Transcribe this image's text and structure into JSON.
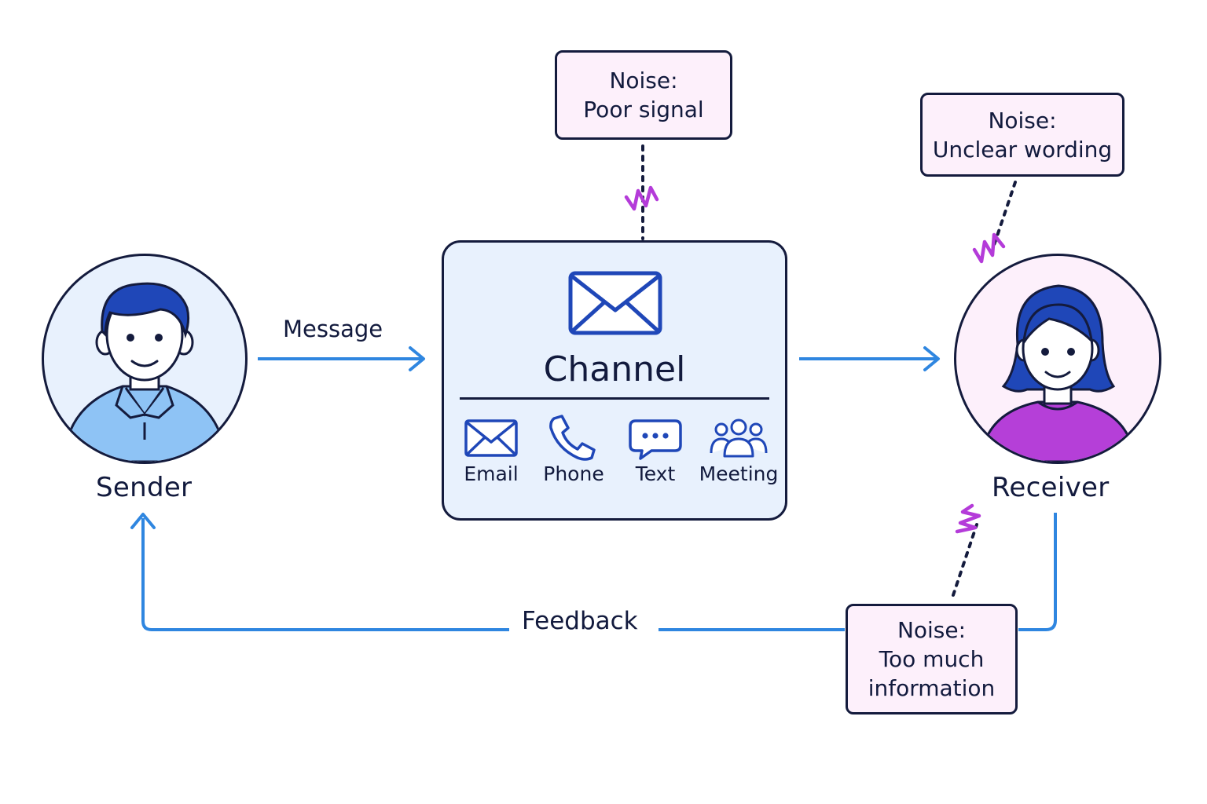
{
  "sender": {
    "label": "Sender"
  },
  "receiver": {
    "label": "Receiver"
  },
  "message_label": "Message",
  "feedback_label": "Feedback",
  "channel": {
    "title": "Channel",
    "media": [
      {
        "label": "Email",
        "icon": "envelope-icon"
      },
      {
        "label": "Phone",
        "icon": "phone-icon"
      },
      {
        "label": "Text",
        "icon": "chat-bubble-icon"
      },
      {
        "label": "Meeting",
        "icon": "group-icon"
      }
    ]
  },
  "noise": [
    {
      "title": "Noise:",
      "lines": [
        "Poor signal"
      ]
    },
    {
      "title": "Noise:",
      "lines": [
        "Unclear wording"
      ]
    },
    {
      "title": "Noise:",
      "lines": [
        "Too much",
        "information"
      ]
    }
  ],
  "colors": {
    "flow_arrow": "#2f86e0",
    "outline": "#141b3d",
    "channel_fill": "#e8f1fd",
    "noise_fill": "#fdf0fb",
    "zigzag": "#b43bd9",
    "sender_shirt": "#8ec3f5",
    "receiver_shirt": "#b53fd8",
    "hair": "#1f47b8"
  }
}
